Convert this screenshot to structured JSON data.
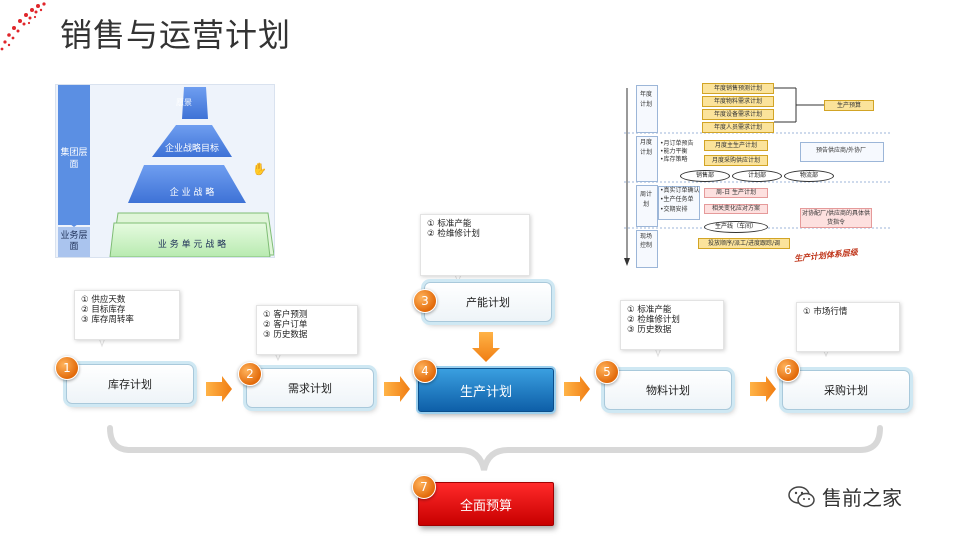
{
  "title": "销售与运营计划",
  "pyramid": {
    "levels": [
      "愿景",
      "企业战略目标",
      "企 业 战 略",
      "业 务 单 元 战 略"
    ],
    "left_top_label": "集团层面",
    "left_bottom_label": "业务层面"
  },
  "planning_table": {
    "row_labels": [
      "年度计划",
      "月度计划",
      "周计划",
      "现场控制"
    ],
    "annual_items": [
      "年度销售预测计划",
      "年度物料需求计划",
      "年度设备需求计划",
      "年度人员需求计划"
    ],
    "annual_result": "生产预算",
    "monthly_left": [
      "•月订单预告",
      "•能力平衡",
      "•库存策略"
    ],
    "monthly_items": [
      "月度主生产计划",
      "月度采购供应计划"
    ],
    "monthly_right": "预告供应商/外协厂",
    "departments": [
      "销售部",
      "计划部",
      "物流部"
    ],
    "weekly_left": [
      "•真实订单确认",
      "•生产任务单",
      "•交期安排"
    ],
    "weekly_items": [
      "周-日 生产计划",
      "相关变化应对方案"
    ],
    "weekly_right": "对协配厂/供应商的具体供货指令",
    "production_line": "生产线（车间）",
    "field_item": "投放顺序/派工/进度跟踪/调",
    "stamp": "生产计划体系层级"
  },
  "process": {
    "nodes": [
      {
        "num": "1",
        "label": "库存计划"
      },
      {
        "num": "2",
        "label": "需求计划"
      },
      {
        "num": "3",
        "label": "产能计划"
      },
      {
        "num": "4",
        "label": "生产计划"
      },
      {
        "num": "5",
        "label": "物料计划"
      },
      {
        "num": "6",
        "label": "采购计划"
      },
      {
        "num": "7",
        "label": "全面预算"
      }
    ],
    "callouts": {
      "c1": [
        "① 供应天数",
        "② 目标库存",
        "③ 库存周转率"
      ],
      "c2": [
        "① 客户预测",
        "② 客户订单",
        "③ 历史数据"
      ],
      "c3": [
        "① 标准产能",
        "② 检维修计划"
      ],
      "c5": [
        "① 标准产能",
        "② 检维修计划",
        "③ 历史数据"
      ],
      "c6": [
        "① 市场行情"
      ]
    }
  },
  "watermark": "售前之家",
  "colors": {
    "accent_orange": "#f08a1c",
    "blue": "#1b78c8",
    "red": "#e00000"
  }
}
